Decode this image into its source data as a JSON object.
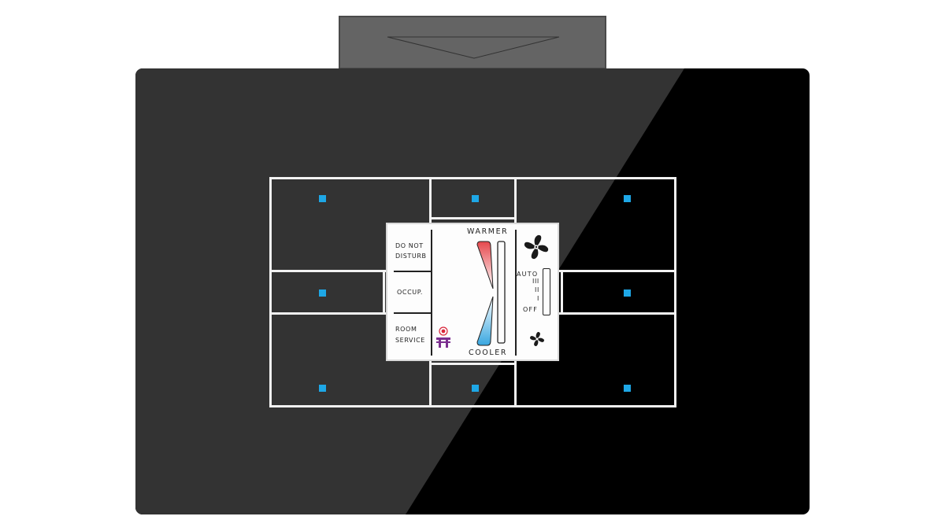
{
  "lcd": {
    "dnd_line1": "DO NOT",
    "dnd_line2": "DISTURB",
    "occupied": "OCCUP.",
    "room_service_line1": "ROOM",
    "room_service_line2": "SERVICE",
    "warmer": "WARMER",
    "cooler": "COOLER",
    "fan_auto": "AUTO",
    "fan_off": "OFF",
    "fan_speed_3": "III",
    "fan_speed_2": "II",
    "fan_speed_1": "I"
  },
  "icons": {
    "warmer_bar": "warmer-wedge",
    "cooler_bar": "cooler-wedge",
    "fan_large": "fan-icon",
    "fan_small": "fan-small-icon",
    "logo": "brand-logo"
  },
  "colors": {
    "panel_dark": "#333333",
    "panel_black": "#000000",
    "grid_line": "#f2f2f2",
    "led": "#1ea7e6",
    "warm": "#e6484d",
    "cool": "#39a7e0",
    "logo_red": "#d9263a",
    "logo_purple": "#7b2f8f"
  },
  "buttons": [
    {
      "id": "top-left",
      "led": "on"
    },
    {
      "id": "top-center",
      "led": "on"
    },
    {
      "id": "top-right",
      "led": "on"
    },
    {
      "id": "middle-left",
      "led": "on"
    },
    {
      "id": "middle-right",
      "led": "on"
    },
    {
      "id": "bottom-left",
      "led": "on"
    },
    {
      "id": "bottom-center",
      "led": "on"
    },
    {
      "id": "bottom-right",
      "led": "on"
    }
  ]
}
